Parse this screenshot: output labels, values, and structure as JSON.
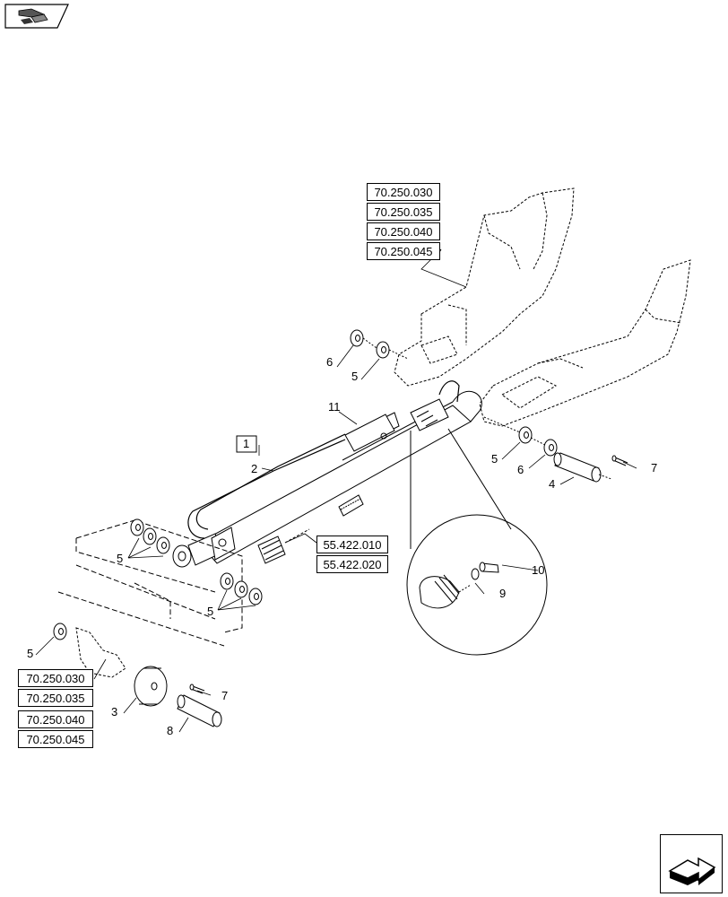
{
  "page_refs": {
    "top_group": [
      "70.250.030",
      "70.250.035",
      "70.250.040",
      "70.250.045"
    ],
    "bottom_group": [
      "70.250.030",
      "70.250.035",
      "70.250.040",
      "70.250.045"
    ],
    "hose_group": [
      "55.422.010",
      "55.422.020"
    ]
  },
  "callouts": {
    "item_1": "1",
    "item_2": "2",
    "item_3": "3",
    "item_4": "4",
    "item_5": "5",
    "item_6": "6",
    "item_7": "7",
    "item_8": "8",
    "item_9": "9",
    "item_10": "10",
    "item_11": "11"
  },
  "icons": {
    "top_left": "previous-page-arrow-icon",
    "bottom_right": "next-page-arrow-icon"
  }
}
